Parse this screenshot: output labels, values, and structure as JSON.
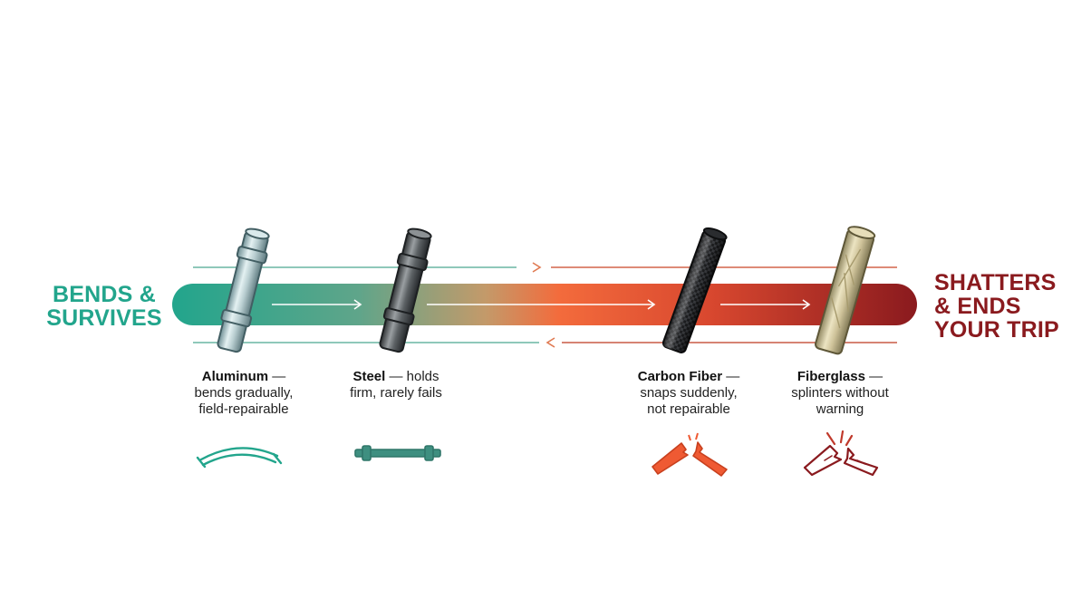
{
  "left_end": {
    "lines": [
      "BENDS &",
      "SURVIVES"
    ],
    "color": "#22a58c"
  },
  "right_end": {
    "lines": [
      "SHATTERS",
      "& ENDS",
      "YOUR TRIP"
    ],
    "color": "#8a1a1e"
  },
  "gradient": {
    "start": "#22a58c",
    "mid": "#f36b3c",
    "end": "#8a1a1e"
  },
  "materials": [
    {
      "name": "Aluminum",
      "line1_rest": " — ",
      "line2": "bends gradually,",
      "line3": "field-repairable",
      "icon": "bent-tube-icon",
      "icon_color": "#22a58c"
    },
    {
      "name": "Steel",
      "line1_rest": " — holds",
      "line2": "firm, rarely fails",
      "line3": "",
      "icon": "straight-tube-icon",
      "icon_color": "#3e8f80"
    },
    {
      "name": "Carbon Fiber",
      "line1_rest": " — ",
      "line2": "snaps suddenly,",
      "line3": "not repairable",
      "icon": "snapped-tube-icon",
      "icon_color": "#ef5a33"
    },
    {
      "name": "Fiberglass",
      "line1_rest": " — ",
      "line2": "splinters without",
      "line3": "warning",
      "icon": "splintered-tube-icon",
      "icon_color": "#8a1a1e"
    }
  ]
}
